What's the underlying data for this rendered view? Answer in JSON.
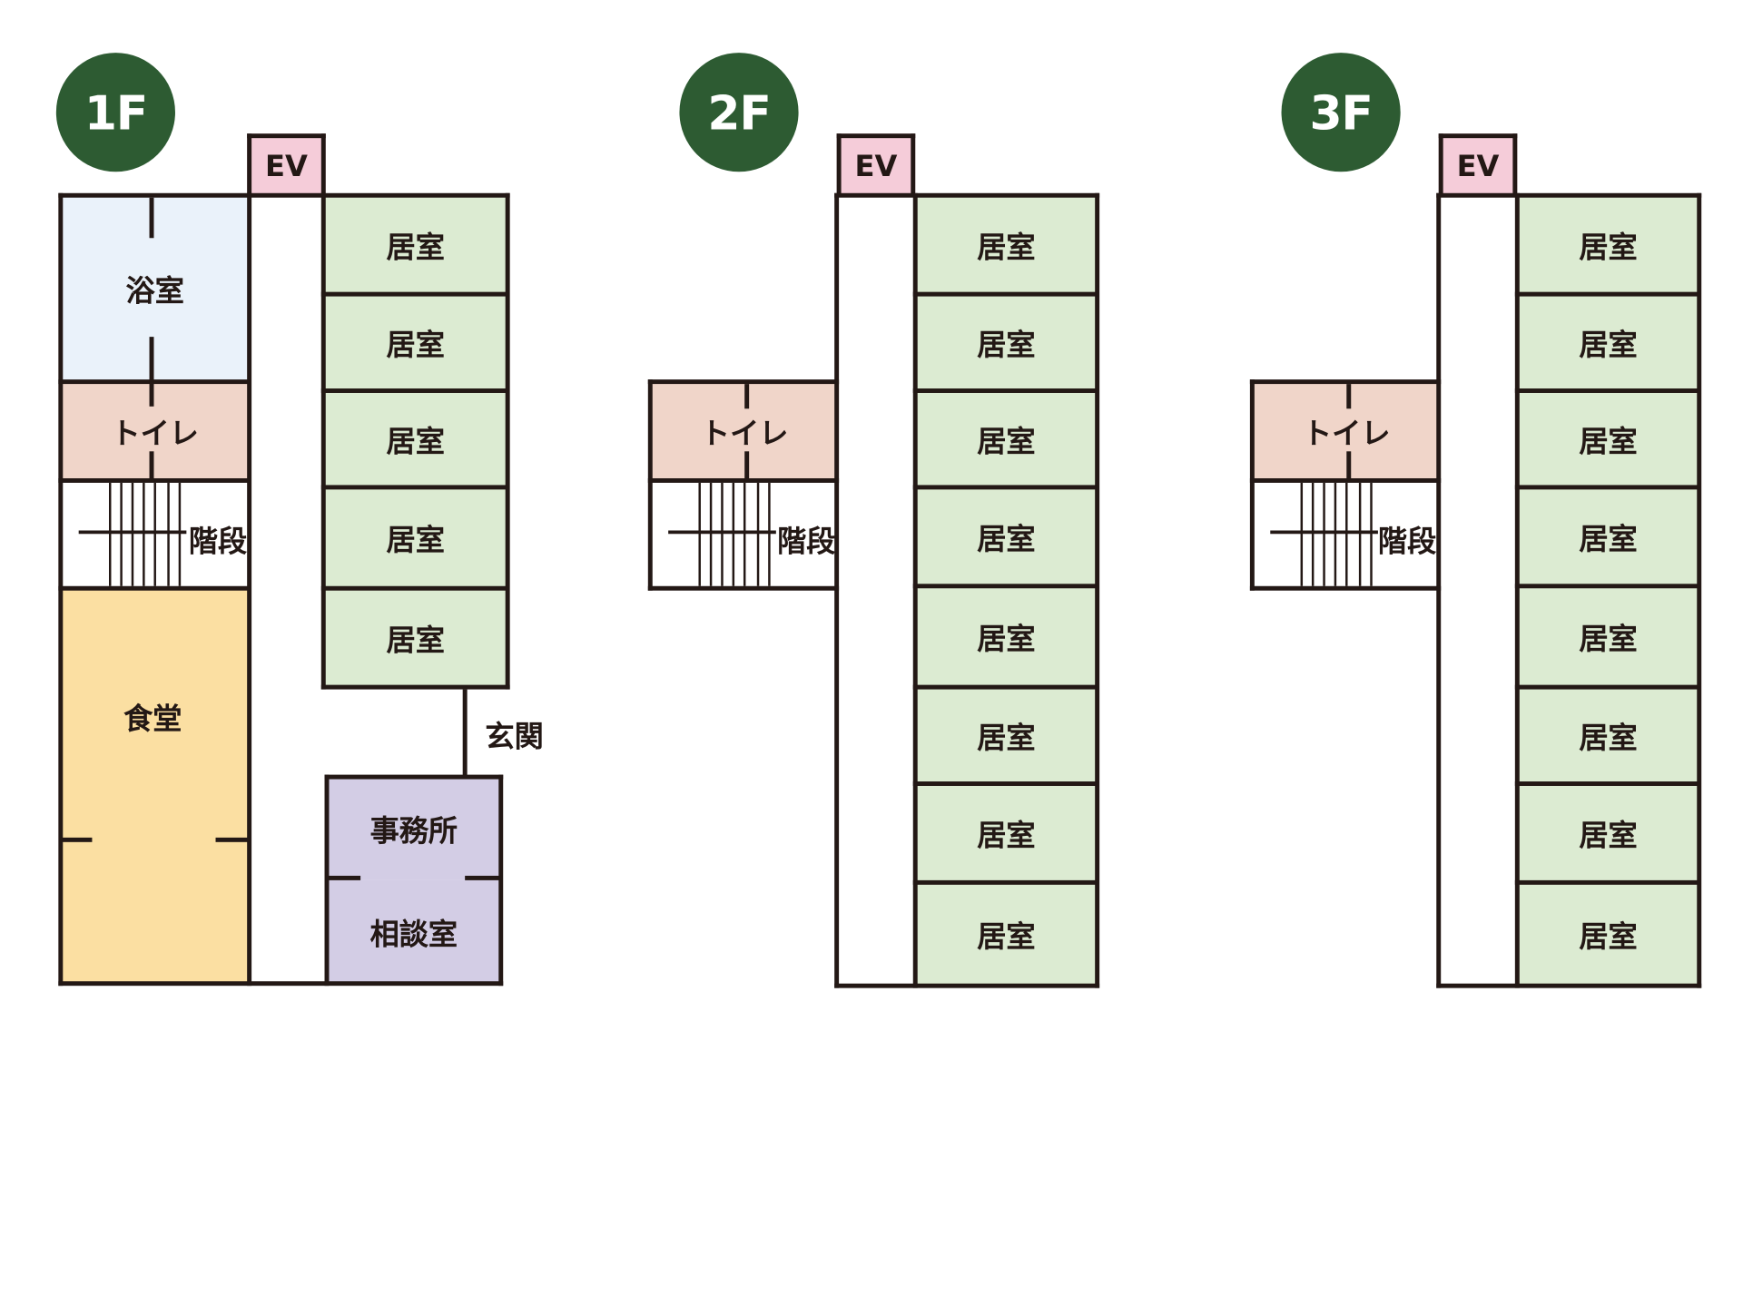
{
  "colors": {
    "badge": "#2d5b32",
    "wall": "#231815",
    "ev": "#f5ccd9",
    "living_room": "#dcebd2",
    "bath": "#eaf2fa",
    "toilet": "#f0d5c9",
    "dining": "#fbdfa2",
    "office": "#d3cde5"
  },
  "floors": [
    {
      "badge": "1F",
      "ev": "EV",
      "bath": "浴室",
      "toilet": "トイレ",
      "stairs": "階段",
      "dining": "食堂",
      "entrance": "玄関",
      "office": "事務所",
      "consultation": "相談室",
      "rooms": [
        "居室",
        "居室",
        "居室",
        "居室",
        "居室"
      ]
    },
    {
      "badge": "2F",
      "ev": "EV",
      "toilet": "トイレ",
      "stairs": "階段",
      "rooms": [
        "居室",
        "居室",
        "居室",
        "居室",
        "居室",
        "居室",
        "居室",
        "居室"
      ]
    },
    {
      "badge": "3F",
      "ev": "EV",
      "toilet": "トイレ",
      "stairs": "階段",
      "rooms": [
        "居室",
        "居室",
        "居室",
        "居室",
        "居室",
        "居室",
        "居室",
        "居室"
      ]
    }
  ]
}
